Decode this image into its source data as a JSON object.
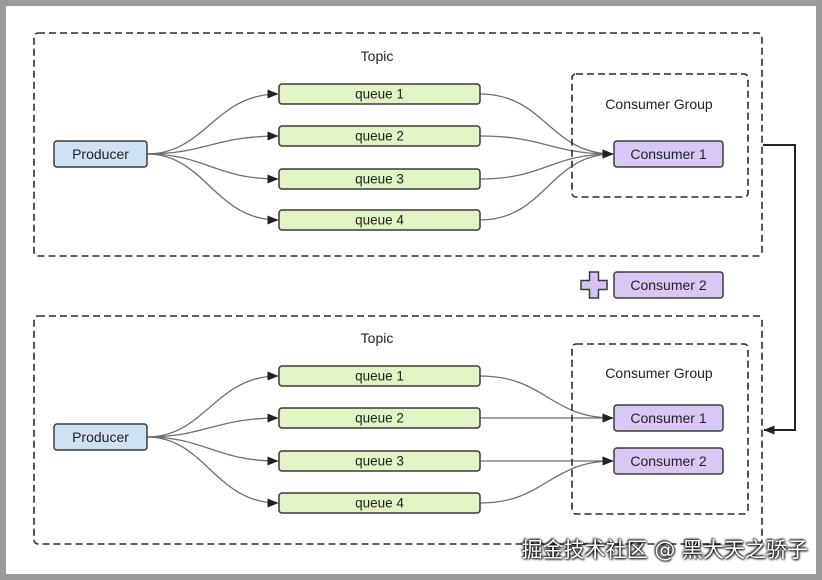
{
  "colors": {
    "producer_fill": "#cfe2f3",
    "queue_fill": "#e2f3c4",
    "consumer_fill": "#d9c8f5",
    "plus_fill": "#d6c1f0",
    "edge": "#6e6e6e",
    "arrowhead": "#222222",
    "connector": "#222222"
  },
  "icons": {
    "add": "plus-icon"
  },
  "top": {
    "topic_label": "Topic",
    "producer_label": "Producer",
    "queues": [
      "queue 1",
      "queue 2",
      "queue 3",
      "queue 4"
    ],
    "consumer_group_label": "Consumer Group",
    "consumers": [
      "Consumer 1"
    ]
  },
  "added": {
    "consumer_label": "Consumer 2"
  },
  "bottom": {
    "topic_label": "Topic",
    "producer_label": "Producer",
    "queues": [
      "queue 1",
      "queue 2",
      "queue 3",
      "queue 4"
    ],
    "consumer_group_label": "Consumer Group",
    "consumers": [
      "Consumer 1",
      "Consumer 2"
    ]
  },
  "watermark": "掘金技术社区 @ 黑大天之骄子"
}
